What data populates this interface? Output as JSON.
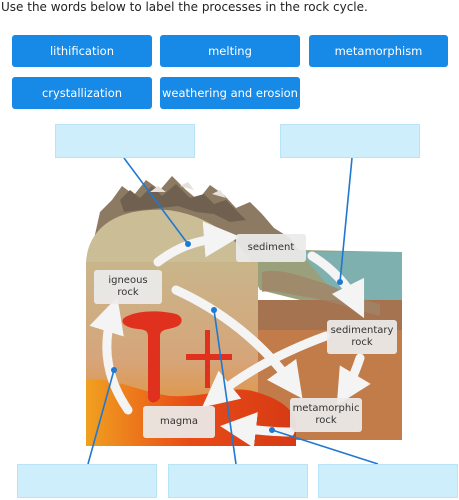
{
  "instructions": "Use the words below to label the processes in the rock cycle.",
  "word_bank": [
    "lithification",
    "melting",
    "metamorphism",
    "crystallization",
    "weathering and erosion"
  ],
  "diagram_labels": {
    "sediment": "sediment",
    "igneous_rock_line1": "igneous",
    "igneous_rock_line2": "rock",
    "sedimentary_rock_line1": "sedimentary",
    "sedimentary_rock_line2": "rock",
    "metamorphic_rock_line1": "metamorphic",
    "metamorphic_rock_line2": "rock",
    "magma": "magma"
  },
  "colors": {
    "tile_blue": "#1789e6",
    "drop_target": "#cfeefc",
    "leader_line": "#1f78d1"
  }
}
